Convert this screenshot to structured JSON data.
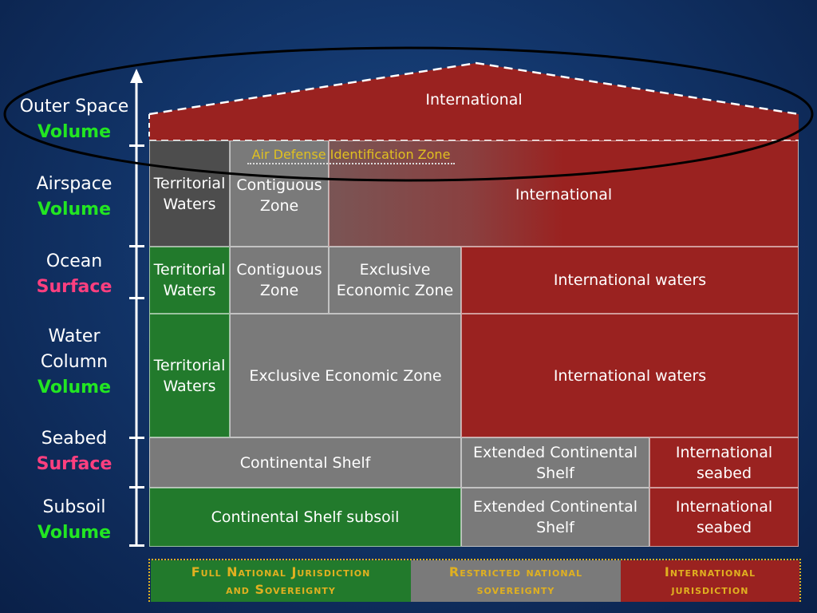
{
  "axis_labels": [
    {
      "top": "Outer Space",
      "bottom": "Volume",
      "kind": "volume"
    },
    {
      "top": "Airspace",
      "bottom": "Volume",
      "kind": "volume"
    },
    {
      "top": "Ocean",
      "bottom": "Surface",
      "kind": "surface"
    },
    {
      "top": "Water\nColumn",
      "bottom": "Volume",
      "kind": "volume"
    },
    {
      "top": "Seabed",
      "bottom": "Surface",
      "kind": "surface"
    },
    {
      "top": "Subsoil",
      "bottom": "Volume",
      "kind": "volume"
    }
  ],
  "outer_space": {
    "label": "International"
  },
  "adiz": {
    "label": "Air Defense Identification Zone"
  },
  "airspace": {
    "territorial": "Territorial\nWaters",
    "contiguous": "Contiguous\nZone",
    "international": "International"
  },
  "ocean_surface": {
    "territorial": "Territorial\nWaters",
    "contiguous": "Contiguous\nZone",
    "eez": "Exclusive\nEconomic Zone",
    "international": "International waters"
  },
  "water_column": {
    "territorial": "Territorial\nWaters",
    "eez": "Exclusive Economic Zone",
    "international": "International waters"
  },
  "seabed": {
    "shelf": "Continental Shelf",
    "extended": "Extended Continental\nShelf",
    "international": "International\nseabed"
  },
  "subsoil": {
    "shelf": "Continental Shelf subsoil",
    "extended": "Extended Continental\nShelf",
    "international": "International\nseabed"
  },
  "legend": {
    "full": "Full National Jurisdiction\nand Sovereignty",
    "restricted": "Restricted national\nsovereignty",
    "international": "International\njurisdiction"
  },
  "colors": {
    "green": "#227a2c",
    "gray": "#7a7a7a",
    "red": "#9a2220",
    "volume": "#22e622",
    "surface": "#ff3f7f",
    "legend_text": "#e0b020"
  }
}
